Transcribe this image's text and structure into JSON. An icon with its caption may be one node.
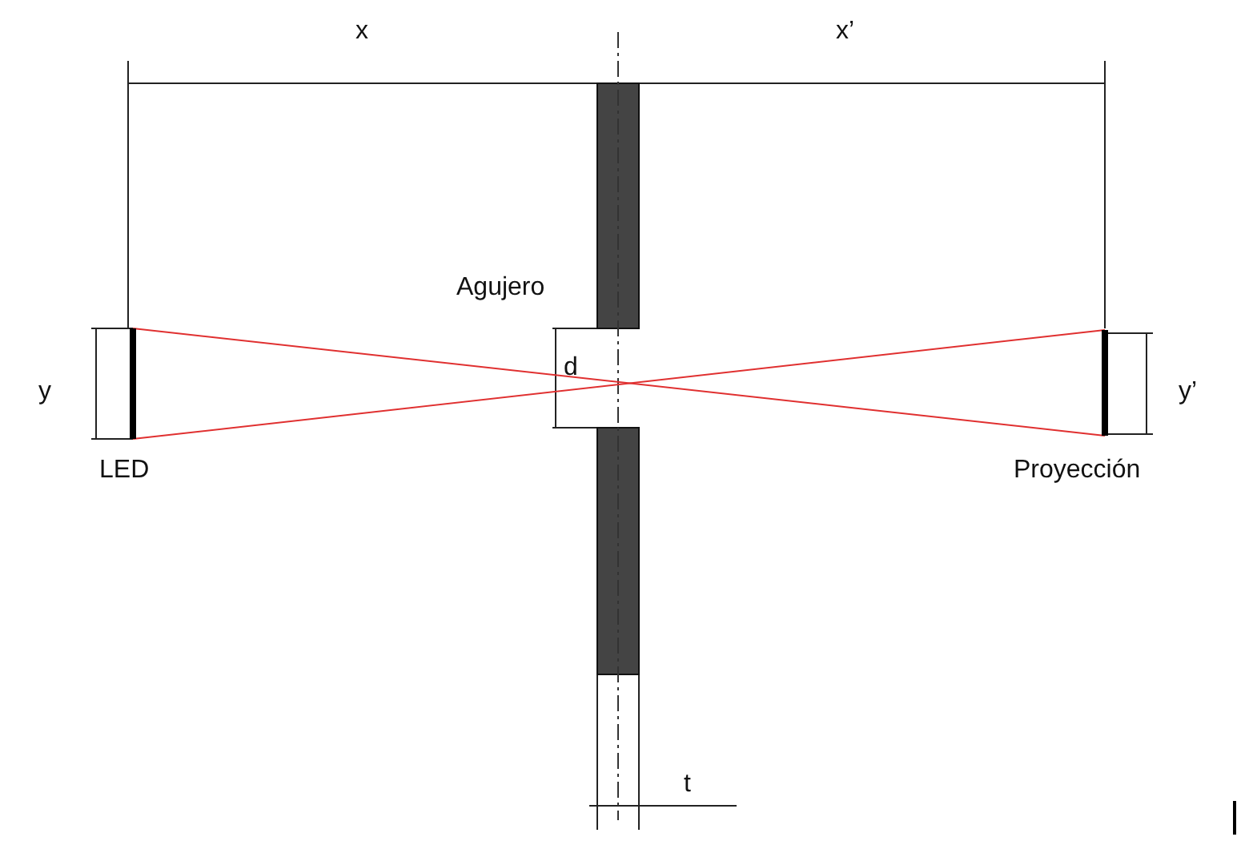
{
  "diagram": {
    "labels": [
      "x",
      "x’",
      "Agujero",
      "d",
      "y",
      "y’",
      "LED",
      "Proyección",
      "t"
    ]
  }
}
